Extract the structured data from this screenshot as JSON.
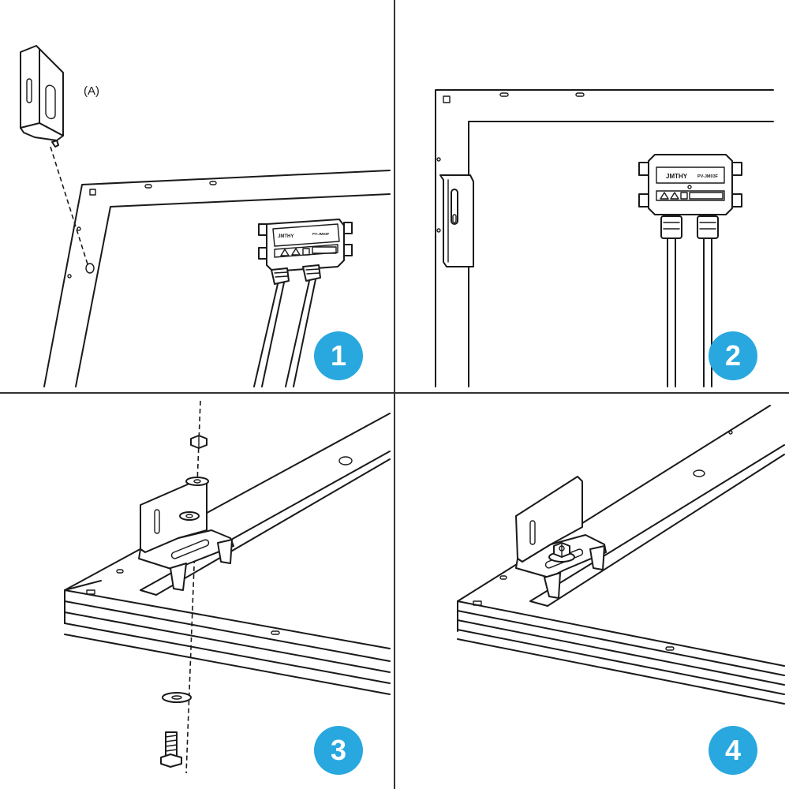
{
  "colors": {
    "badge": "#29a8df",
    "line": "#1a1a1a",
    "divider": "#333333",
    "background": "#ffffff"
  },
  "panels": [
    {
      "step": "1",
      "callout": "(A)",
      "box_brand": "JMTHY",
      "box_model": "PV-JM03F"
    },
    {
      "step": "2",
      "box_brand": "JMTHY",
      "box_model": "PV-JM03F"
    },
    {
      "step": "3"
    },
    {
      "step": "4"
    }
  ],
  "icons": [
    "z-bracket-icon",
    "junction-box-icon",
    "nut-icon",
    "washer-icon",
    "bolt-icon"
  ]
}
